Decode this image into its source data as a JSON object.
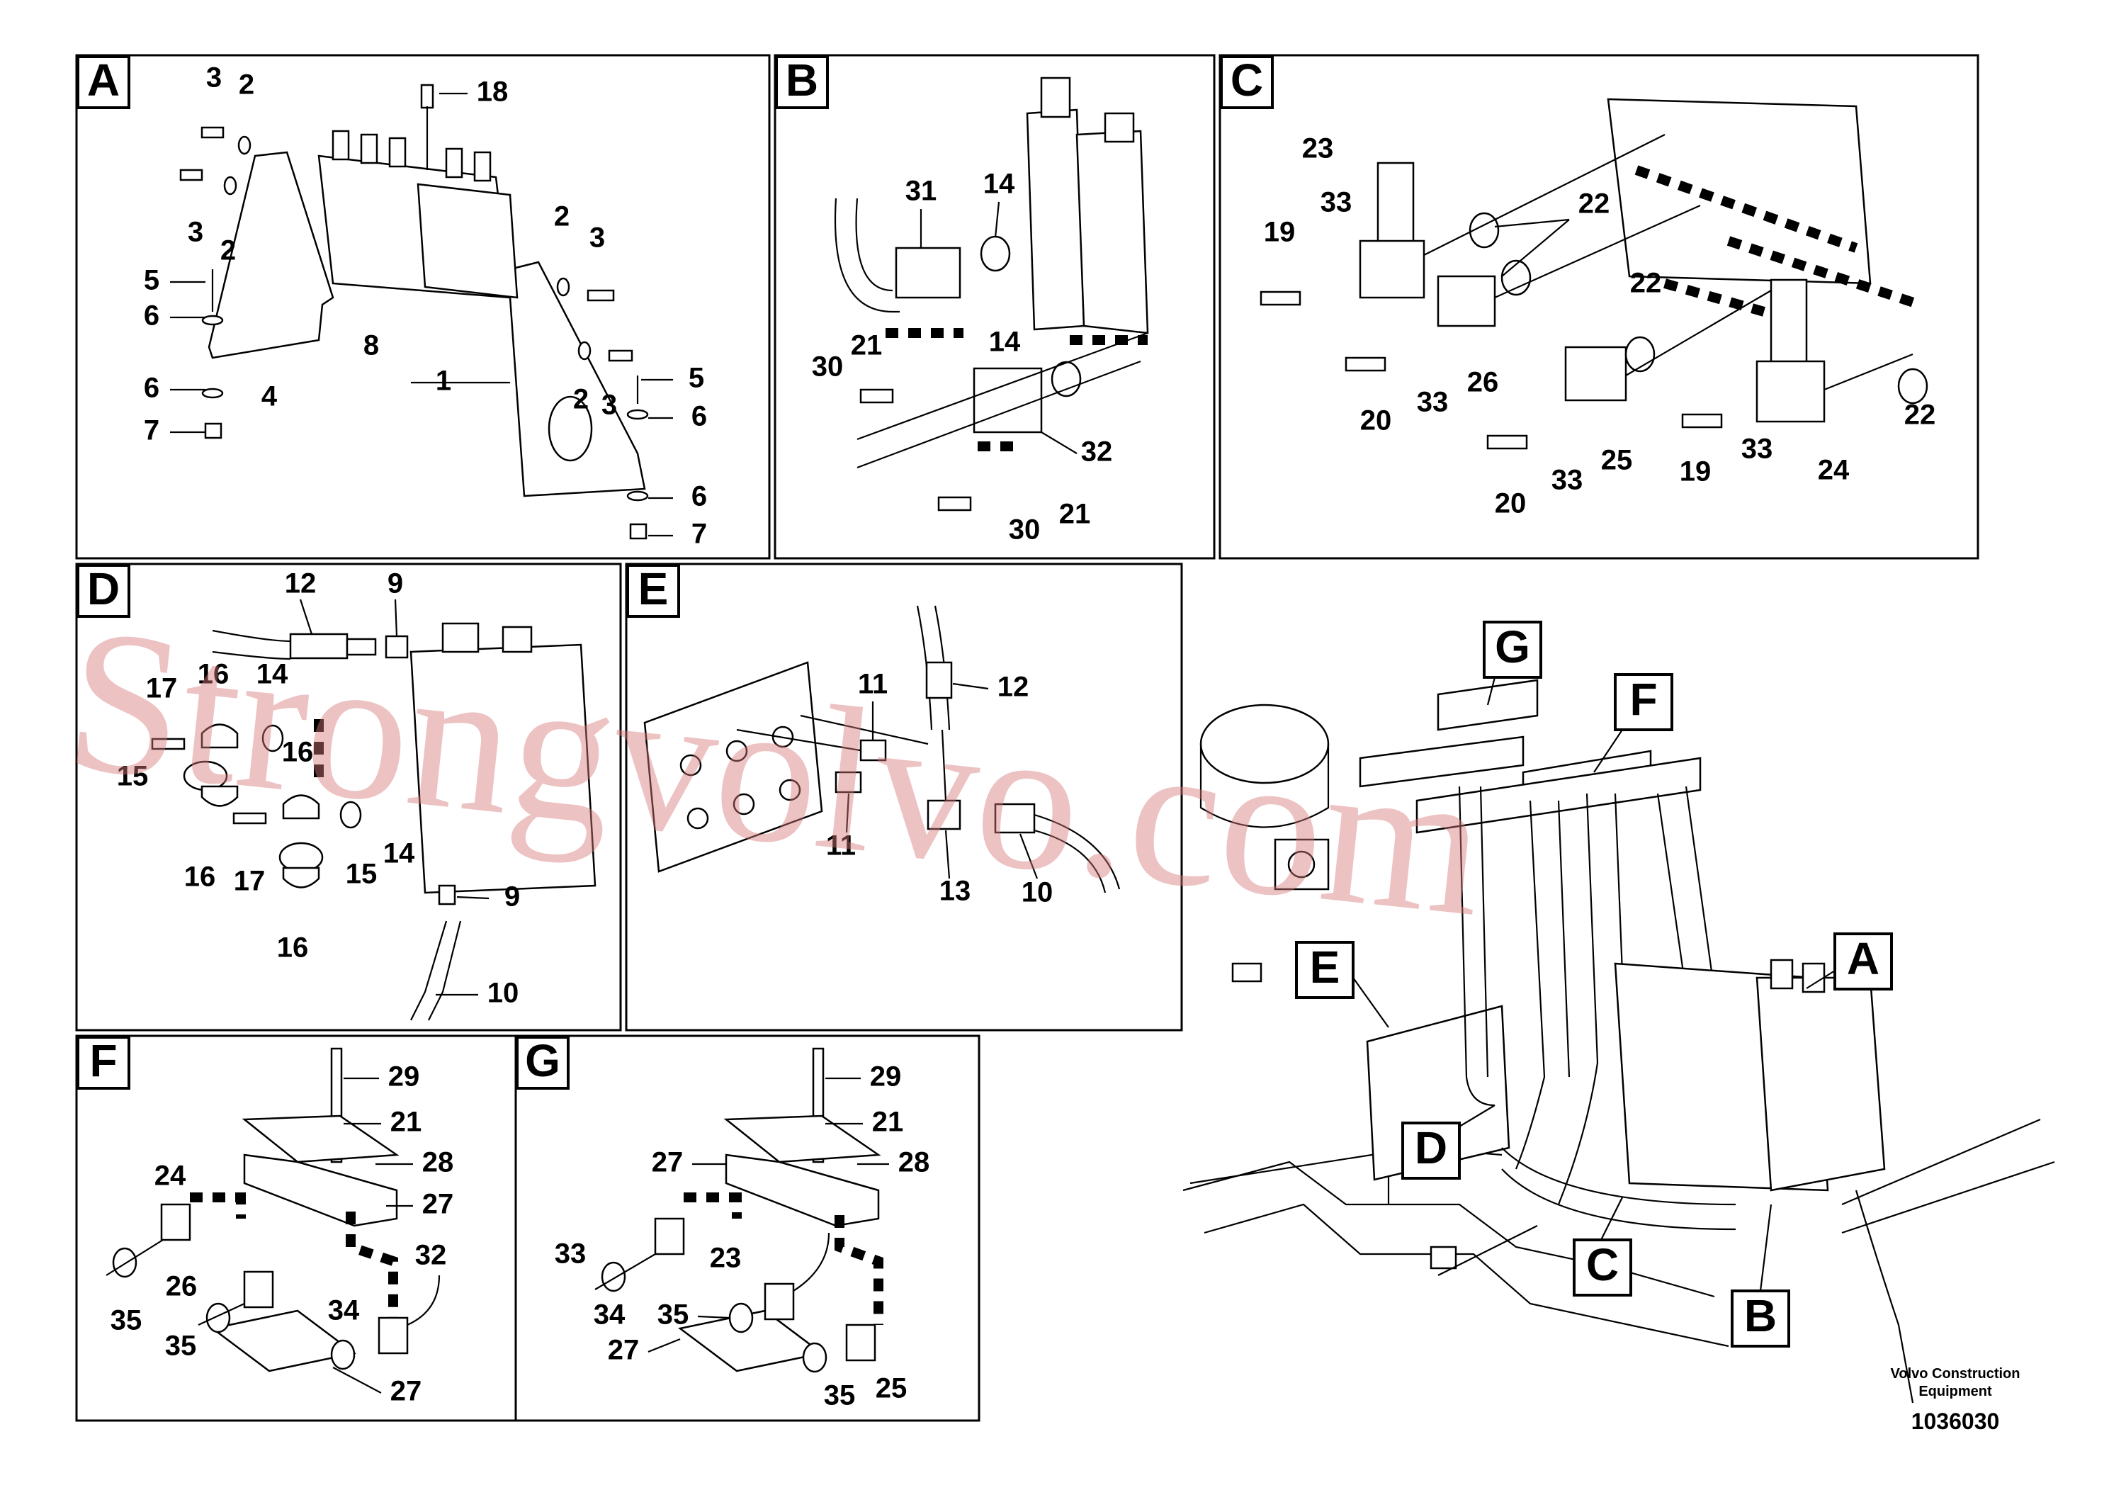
{
  "watermark": "Strongvolvo.com",
  "credit_line1": "Volvo Construction",
  "credit_line2": "Equipment",
  "document_number": "1036030",
  "panels": {
    "A": {
      "label": "A",
      "callouts": [
        "3",
        "2",
        "18",
        "3",
        "2",
        "2",
        "3",
        "5",
        "6",
        "8",
        "1",
        "6",
        "4",
        "2",
        "3",
        "5",
        "7",
        "6",
        "6",
        "7"
      ]
    },
    "B": {
      "label": "B",
      "callouts": [
        "31",
        "14",
        "21",
        "14",
        "30",
        "32",
        "21",
        "30"
      ]
    },
    "C": {
      "label": "C",
      "callouts": [
        "23",
        "33",
        "22",
        "19",
        "22",
        "20",
        "33",
        "26",
        "25",
        "33",
        "20",
        "19",
        "33",
        "24",
        "22"
      ]
    },
    "D": {
      "label": "D",
      "callouts": [
        "12",
        "9",
        "17",
        "16",
        "14",
        "16",
        "15",
        "14",
        "15",
        "16",
        "17",
        "9",
        "16",
        "10"
      ]
    },
    "E": {
      "label": "E",
      "callouts": [
        "11",
        "12",
        "11",
        "13",
        "10"
      ]
    },
    "F": {
      "label": "F",
      "callouts": [
        "29",
        "21",
        "28",
        "27",
        "24",
        "26",
        "32",
        "35",
        "35",
        "34",
        "27"
      ]
    },
    "G": {
      "label": "G",
      "callouts": [
        "29",
        "21",
        "27",
        "28",
        "33",
        "23",
        "34",
        "35",
        "27",
        "35",
        "25"
      ]
    }
  },
  "overview_labels": [
    "G",
    "F",
    "E",
    "A",
    "D",
    "C",
    "B"
  ]
}
